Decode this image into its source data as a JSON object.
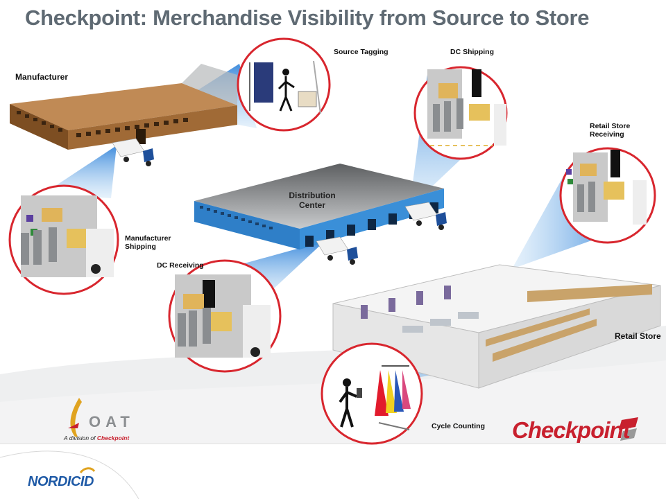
{
  "title": "Checkpoint: Merchandise Visibility from Source to Store",
  "labels": {
    "manufacturer": "Manufacturer",
    "source_tagging": "Source Tagging",
    "dc_shipping": "DC Shipping",
    "retail_store_receiving_1": "Retail Store",
    "retail_store_receiving_2": "Receiving",
    "distribution_center_1": "Distribution",
    "distribution_center_2": "Center",
    "manufacturer_shipping_1": "Manufacturer",
    "manufacturer_shipping_2": "Shipping",
    "dc_receiving": "DC Receiving",
    "retail_store": "Retail Store",
    "cycle_counting": "Cycle Counting"
  },
  "logos": {
    "oat": "OAT",
    "oat_division": "A division of",
    "oat_division_brand": "Checkpoint",
    "checkpoint": "Checkpoint",
    "nordic": "NORDIC",
    "nordic_id": "ID"
  },
  "colors": {
    "title": "#5f6a73",
    "circle_border": "#d8262e",
    "dc_blue": "#2f7fc8",
    "factory_brown": "#8a5a2b",
    "checkpoint_red": "#c8202e",
    "nordic_blue": "#1f5aa6"
  }
}
